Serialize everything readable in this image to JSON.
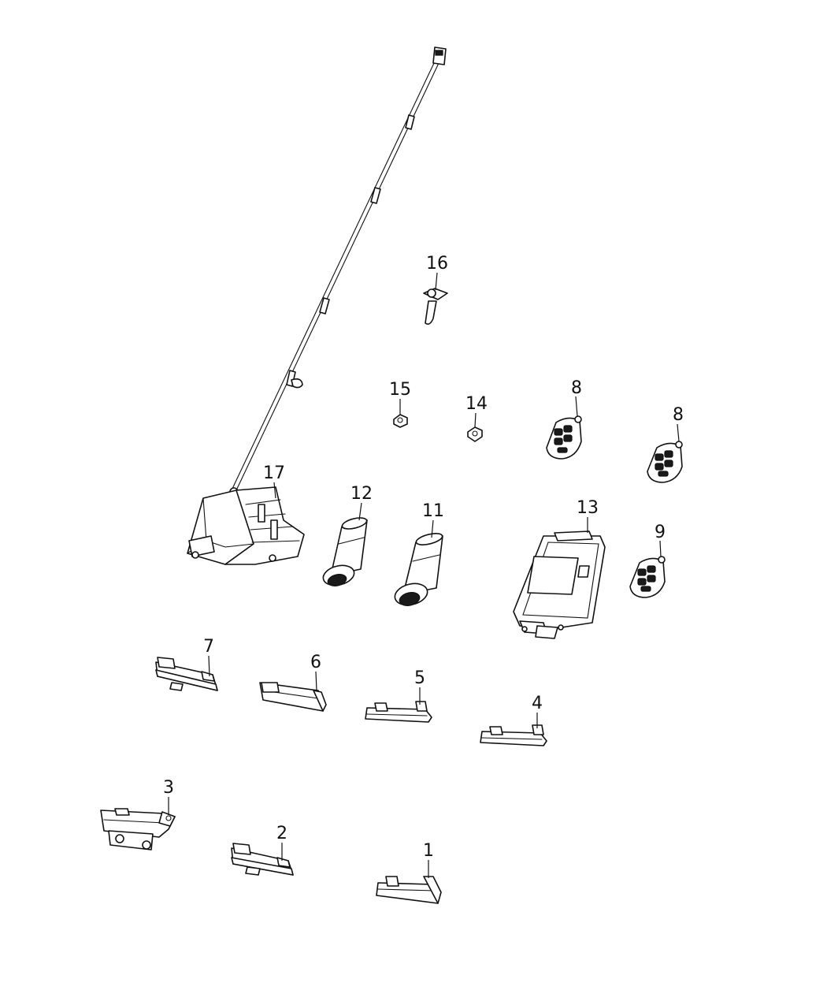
{
  "callouts": {
    "c1": "1",
    "c2": "2",
    "c3": "3",
    "c4": "4",
    "c5": "5",
    "c6": "6",
    "c7": "7",
    "c8a": "8",
    "c8b": "8",
    "c9": "9",
    "c11": "11",
    "c12": "12",
    "c13": "13",
    "c14": "14",
    "c15": "15",
    "c16": "16",
    "c17": "17"
  },
  "colors": {
    "line": "#111111",
    "background": "#ffffff"
  }
}
